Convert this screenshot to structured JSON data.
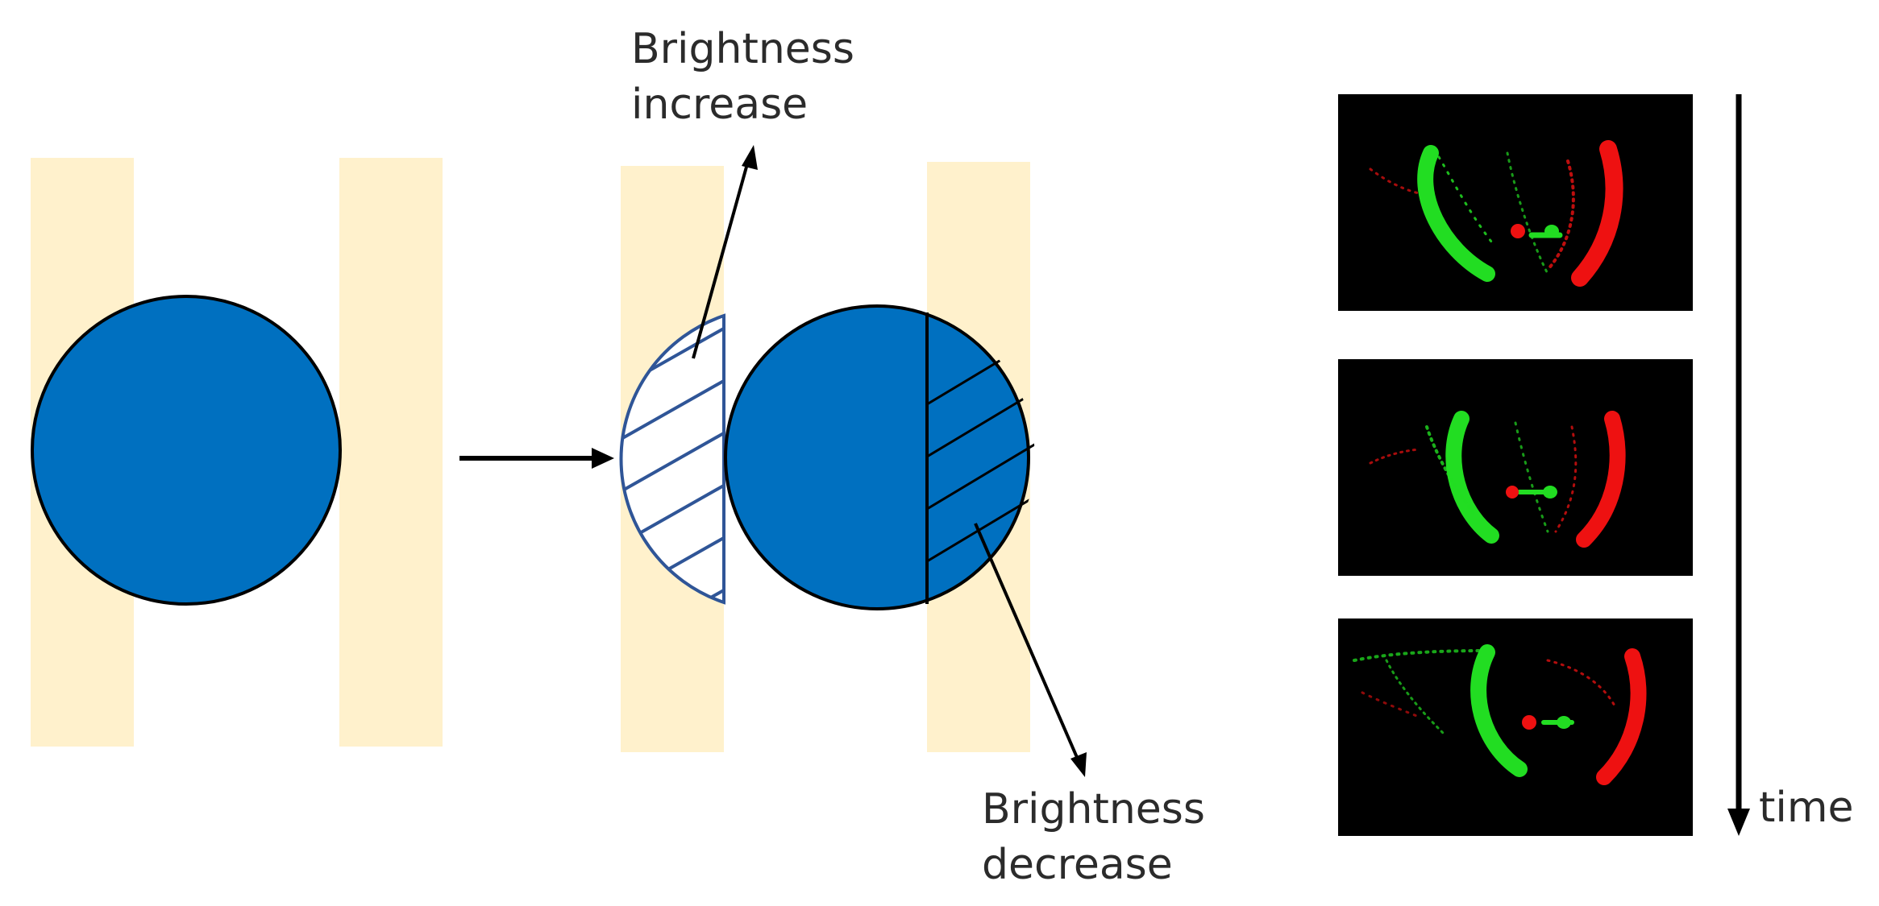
{
  "labels": {
    "brightness_increase": [
      "Brightness",
      "increase"
    ],
    "brightness_decrease": [
      "Brightness",
      "decrease"
    ],
    "time": "time"
  },
  "colors": {
    "band": "#FFF1CC",
    "disk": "#0070C0",
    "outline": "#000000",
    "hatch_outline": "#2F5597",
    "event_background": "#000000",
    "event_positive": "#22DD22",
    "event_negative": "#EE1111"
  },
  "event_frames": [
    "frame-1",
    "frame-2",
    "frame-3"
  ]
}
